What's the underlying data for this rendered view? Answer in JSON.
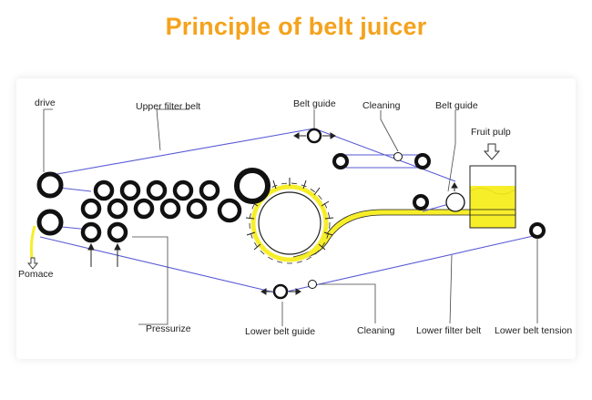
{
  "title": "Principle of belt juicer",
  "labels": {
    "drive": "drive",
    "upper_filter_belt": "Upper filter belt",
    "belt_guide_top": "Belt guide",
    "cleaning_top": "Cleaning",
    "belt_guide_right": "Belt guide",
    "fruit_pulp": "Fruit pulp",
    "pomace": "Pomace",
    "pressurize": "Pressurize",
    "lower_belt_guide": "Lower belt guide",
    "cleaning_bottom": "Cleaning",
    "lower_filter_belt": "Lower filter belt",
    "lower_belt_tension": "Lower belt tension"
  },
  "colors": {
    "title": "#f5a21c",
    "belt": "#5a5ad6",
    "juice": "#f7ee2a",
    "roller": "#111111",
    "leader": "#333333"
  }
}
